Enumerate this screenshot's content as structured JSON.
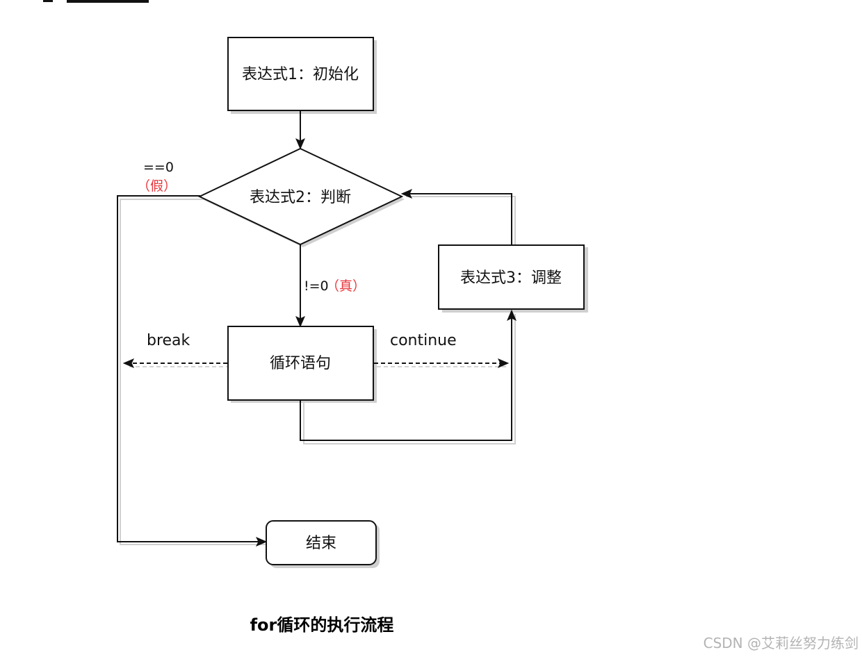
{
  "diagram": {
    "nodes": {
      "init": "表达式1：初始化",
      "cond": "表达式2：判断",
      "adjust": "表达式3：调整",
      "body": "循环语句",
      "end": "结束"
    },
    "edges": {
      "false_value": "==0",
      "false_note": "（假）",
      "true_value": "!=0",
      "true_note": "（真）",
      "break_label": "break",
      "continue_label": "continue"
    },
    "caption": "for循环的执行流程"
  },
  "watermark": "CSDN @艾莉丝努力练剑",
  "colors": {
    "stroke": "#111111",
    "shadow": "#cfcfcf",
    "red_note": "#e8363c",
    "watermark": "#b3b3b3"
  }
}
